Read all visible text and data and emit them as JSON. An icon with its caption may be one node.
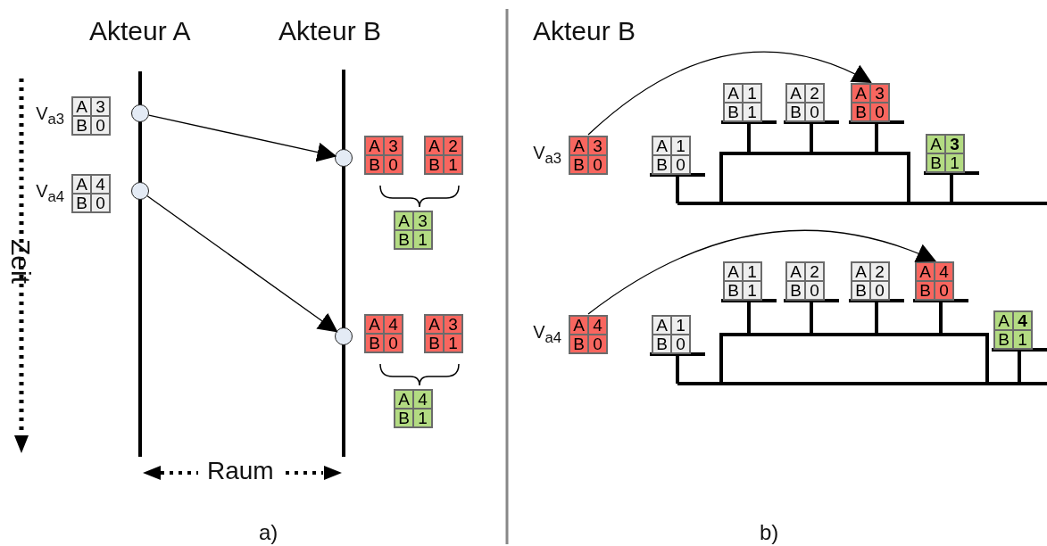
{
  "diagram": {
    "nodes": [
      {
        "text": [
          "A",
          "3",
          "B",
          "0"
        ],
        "beside": [
          "V$_{a3}$"
        ]
      },
      {
        "text": [],
        "shape": "circle"
      },
      {
        "text": [],
        "shape": "circle"
      },
      {
        "text": [
          "A",
          "3",
          "B",
          "0"
        ]
      },
      {
        "text": [
          "A",
          "2",
          "B",
          "1"
        ]
      },
      {
        "text": [
          "A",
          "3",
          "B",
          "1"
        ]
      },
      {
        "text": [
          "A",
          "4",
          "B",
          "0"
        ],
        "beside": [
          "V$_{a4}$"
        ]
      },
      {
        "text": [],
        "shape": "circle"
      },
      {
        "text": [],
        "shape": "circle"
      },
      {
        "text": [
          "A",
          "4",
          "B",
          "0"
        ]
      },
      {
        "text": [
          "A",
          "3",
          "B",
          "1"
        ]
      },
      {
        "text": [
          "A",
          "4",
          "B",
          "1"
        ]
      },
      {
        "text": [
          "A",
          "3",
          "B",
          "0"
        ],
        "beside": [
          "V$_{a3}$"
        ]
      },
      {
        "text": [
          "A",
          "1",
          "B",
          "0"
        ]
      },
      {
        "text": [
          "A",
          "1",
          "B",
          "1"
        ]
      },
      {
        "text": [
          "A",
          "2",
          "B",
          "0"
        ]
      },
      {
        "text": [
          "A",
          "3",
          "B",
          "0"
        ]
      },
      {
        "text": [
          "A",
          "**3**",
          "B",
          "1"
        ]
      },
      {
        "text": [
          "A",
          "4",
          "B",
          "0"
        ],
        "beside": [
          "V$_{a4}$"
        ]
      },
      {
        "text": [
          "A",
          "1",
          "B",
          "0"
        ]
      },
      {
        "text": [
          "A",
          "1",
          "B",
          "1"
        ]
      },
      {
        "text": [
          "A",
          "2",
          "B",
          "0"
        ]
      },
      {
        "text": [
          "A",
          "2",
          "B",
          "0"
        ]
      },
      {
        "text": [
          "A",
          "4",
          "B",
          "0"
        ]
      },
      {
        "text": [
          "A",
          "**4**",
          "B",
          "1"
        ]
      }
    ],
    "edges": [
      {
        "from": 1,
        "to": 2,
        "arrow": "to"
      },
      {
        "from": 7,
        "to": 8,
        "arrow": "to"
      },
      {
        "from": 12,
        "to": 16,
        "arrow": "to"
      },
      {
        "from": 18,
        "to": 23,
        "arrow": "to"
      }
    ],
    "labels": [
      "Akteur A",
      "Akteur B",
      "Akteur B",
      "Zeit",
      "Raum",
      "a)",
      "b)"
    ]
  }
}
